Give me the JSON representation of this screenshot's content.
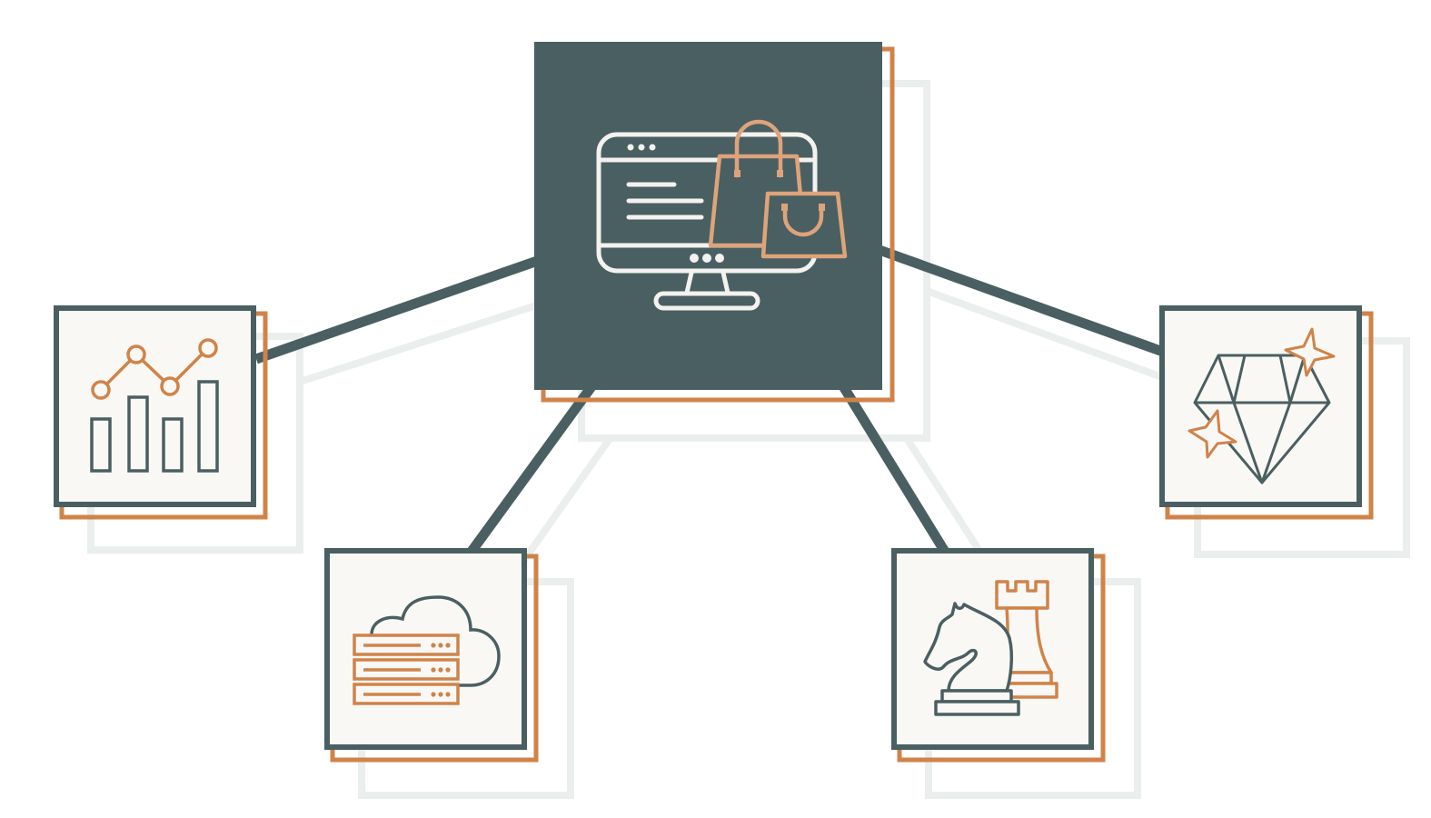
{
  "colors": {
    "background": "#ffffff",
    "slate": "#4a5f61",
    "orange": "#d08349",
    "orange_light": "#dea37b",
    "card_fill": "#f9f8f5",
    "shadow": "#eaeeed",
    "monitor_stroke": "#f3f2ee"
  },
  "diagram": {
    "center_node": {
      "icon": "ecommerce-monitor-shopping-bags-icon"
    },
    "nodes": [
      {
        "id": "analytics",
        "icon": "analytics-chart-icon"
      },
      {
        "id": "cloud-server",
        "icon": "cloud-server-icon"
      },
      {
        "id": "strategy",
        "icon": "chess-strategy-icon"
      },
      {
        "id": "premium",
        "icon": "diamond-icon"
      }
    ]
  }
}
